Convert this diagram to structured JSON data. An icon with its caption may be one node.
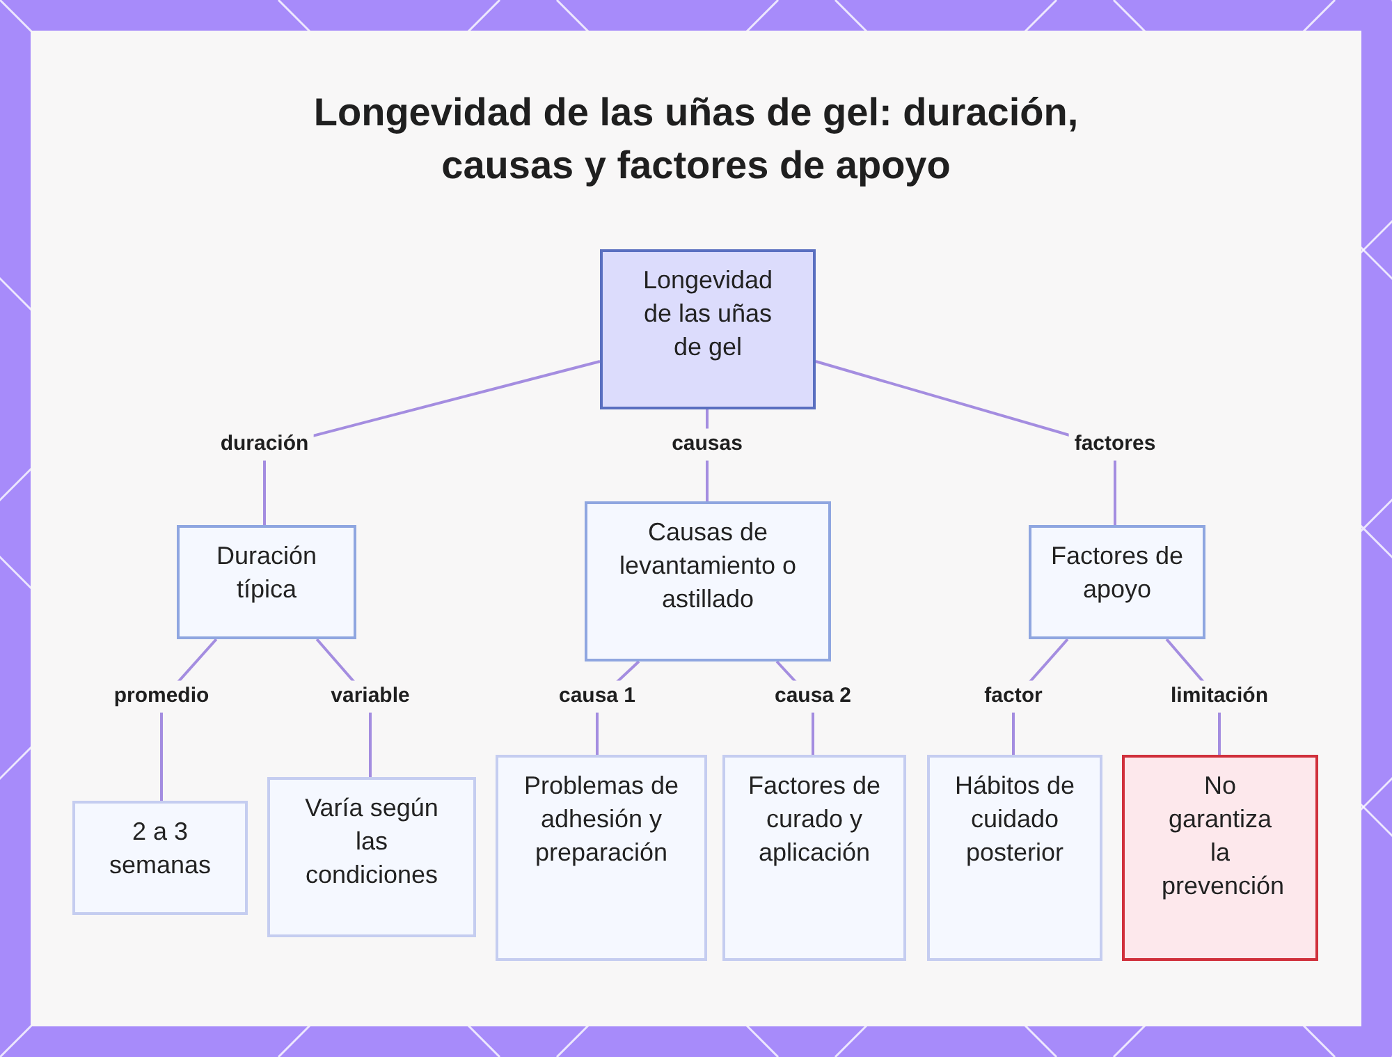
{
  "diagram": {
    "title": "Longevidad de las uñas de gel: duración, causas y factores de apoyo",
    "nodes": [
      {
        "text": [
          "Longevidad de las uñas de gel"
        ]
      },
      {
        "text": [
          "Duración típica"
        ]
      },
      {
        "text": [
          "Causas de levantamiento o astillado"
        ]
      },
      {
        "text": [
          "Factores de apoyo"
        ]
      },
      {
        "text": [
          "2 a 3 semanas"
        ]
      },
      {
        "text": [
          "Varía según las condiciones"
        ]
      },
      {
        "text": [
          "Problemas de adhesión y preparación"
        ]
      },
      {
        "text": [
          "Factores de curado y aplicación"
        ]
      },
      {
        "text": [
          "Hábitos de cuidado posterior"
        ]
      },
      {
        "text": [
          "No garantiza la prevención"
        ]
      }
    ],
    "edges": [
      {
        "from": 0,
        "to": 1,
        "arrow": "none",
        "label": "duración"
      },
      {
        "from": 0,
        "to": 2,
        "arrow": "none",
        "label": "causas"
      },
      {
        "from": 0,
        "to": 3,
        "arrow": "none",
        "label": "factores"
      },
      {
        "from": 1,
        "to": 4,
        "arrow": "none",
        "label": "promedio"
      },
      {
        "from": 1,
        "to": 5,
        "arrow": "none",
        "label": "variable"
      },
      {
        "from": 2,
        "to": 6,
        "arrow": "none",
        "label": "causa 1"
      },
      {
        "from": 2,
        "to": 7,
        "arrow": "none",
        "label": "causa 2"
      },
      {
        "from": 3,
        "to": 8,
        "arrow": "none",
        "label": "factor"
      },
      {
        "from": 3,
        "to": 9,
        "arrow": "none",
        "label": "limitación"
      }
    ]
  }
}
